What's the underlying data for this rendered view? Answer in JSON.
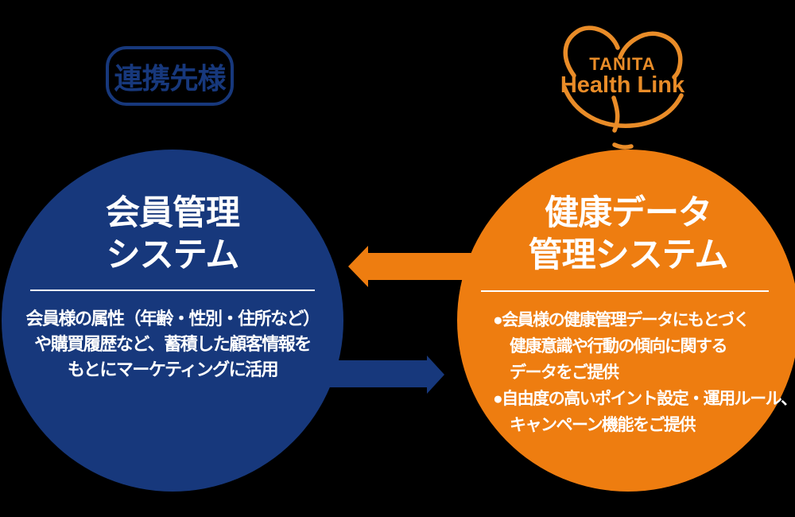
{
  "background_color": "#000000",
  "colors": {
    "navy": "#17387C",
    "orange": "#EE7D10",
    "logo_orange": "#E98C28",
    "text_on_circle": "#FFFFFF"
  },
  "partner_badge": {
    "label": "連携先様"
  },
  "logo": {
    "icon": "heart-outline-icon",
    "brand": "TANITA",
    "product": "Health Link"
  },
  "left_circle": {
    "title_lines": [
      "会員管理",
      "システム"
    ],
    "body_lines": [
      "会員様の属性（年齢・性別・住所など）",
      "や購買履歴など、蓄積した顧客情報を",
      "もとにマーケティングに活用"
    ]
  },
  "right_circle": {
    "title_lines": [
      "健康データ",
      "管理システム"
    ],
    "body_lines": [
      "●会員様の健康管理データにもとづく",
      "健康意識や行動の傾向に関する",
      "データをご提供",
      "●自由度の高いポイント設定・運用ルール、",
      "キャンペーン機能をご提供"
    ]
  },
  "arrows": {
    "top": {
      "direction": "left",
      "color": "#EE7D10",
      "from": "health-data-circle",
      "to": "member-management-circle"
    },
    "bottom": {
      "direction": "right",
      "color": "#17387C",
      "from": "member-management-circle",
      "to": "health-data-circle"
    }
  }
}
